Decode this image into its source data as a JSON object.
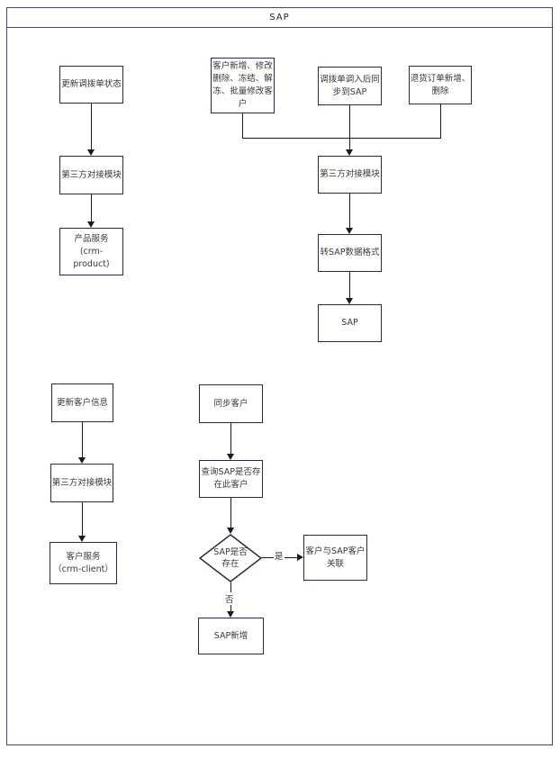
{
  "header": {
    "title": "SAP"
  },
  "nodes": {
    "update_transfer_status": {
      "label": "更新调拨单状态"
    },
    "third_party_module_1": {
      "label": "第三方对接模块"
    },
    "product_service": {
      "label": "产品服务\n(crm-\nproduct)"
    },
    "customer_ops": {
      "label": "客户新增、修改\n删除、冻结、解\n冻、批量修改客\n户"
    },
    "transfer_sync": {
      "label": "调拨单调入后同\n步到SAP"
    },
    "return_order": {
      "label": "退货订单新增、\n删除"
    },
    "third_party_module_2": {
      "label": "第三方对接模块"
    },
    "to_sap_format": {
      "label": "转SAP数据格式"
    },
    "sap": {
      "label": "SAP"
    },
    "update_customer_info": {
      "label": "更新客户信息"
    },
    "third_party_module_3": {
      "label": "第三方对接模块"
    },
    "customer_service": {
      "label": "客户服务\n（crm-client）"
    },
    "sync_customer": {
      "label": "同步客户"
    },
    "query_sap_exists": {
      "label": "查询SAP是否存\n在此客户"
    },
    "sap_exists_decision": {
      "label": "SAP是否\n存在"
    },
    "link_customer_sap": {
      "label": "客户与SAP客户\n关联"
    },
    "sap_create": {
      "label": "SAP新增"
    }
  },
  "edge_labels": {
    "yes": "是",
    "no": "否"
  },
  "colors": {
    "frame_border": "#3d4a68",
    "node_border": "#232b45",
    "connector": "#1a1a1a",
    "text": "#383838",
    "background": "#ffffff"
  }
}
